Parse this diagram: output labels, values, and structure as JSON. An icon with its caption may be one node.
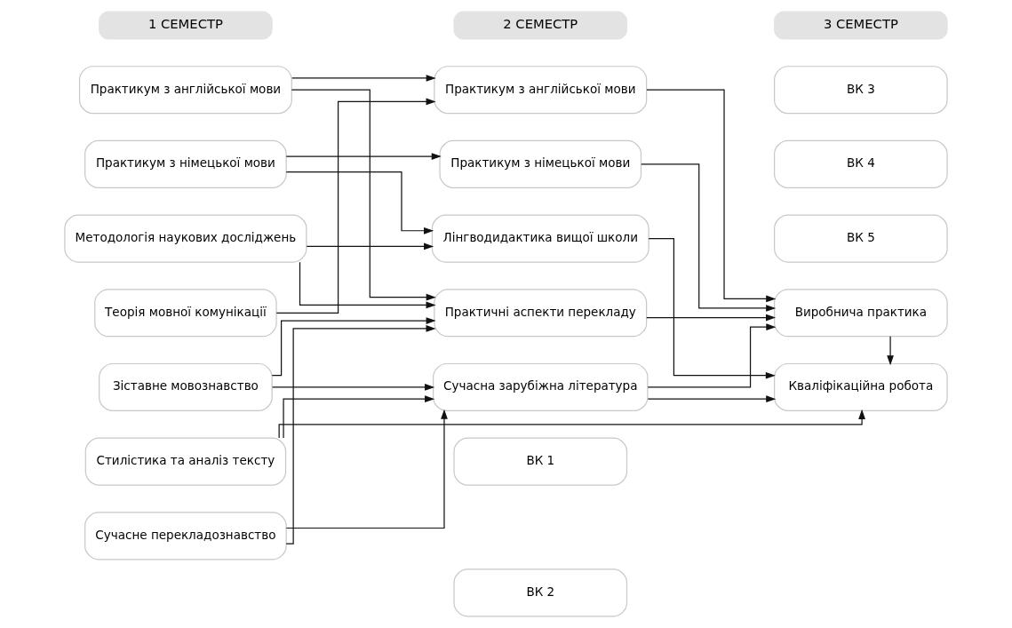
{
  "diagram": {
    "nodes": [
      {
        "text": [
          "1 СЕМЕСТР"
        ]
      },
      {
        "text": [
          "2 СЕМЕСТР"
        ]
      },
      {
        "text": [
          "3 СЕМЕСТР"
        ]
      },
      {
        "text": [
          "Практикум з англійської мови"
        ]
      },
      {
        "text": [
          "Практикум з німецької мови"
        ]
      },
      {
        "text": [
          "Методологія наукових досліджень"
        ]
      },
      {
        "text": [
          "Теорія мовної комунікації"
        ]
      },
      {
        "text": [
          "Зіставне мовознавство"
        ]
      },
      {
        "text": [
          "Стилістика та аналіз тексту"
        ]
      },
      {
        "text": [
          "Сучасне перекладознавство"
        ]
      },
      {
        "text": [
          "Практикум з англійської мови"
        ]
      },
      {
        "text": [
          "Практикум з німецької мови"
        ]
      },
      {
        "text": [
          "Лінгводидактика вищої школи"
        ]
      },
      {
        "text": [
          "Практичні аспекти перекладу"
        ]
      },
      {
        "text": [
          "Сучасна зарубіжна література"
        ]
      },
      {
        "text": [
          "ВК 1"
        ]
      },
      {
        "text": [
          "ВК 2"
        ]
      },
      {
        "text": [
          "ВК 3"
        ]
      },
      {
        "text": [
          "ВК 4"
        ]
      },
      {
        "text": [
          "ВК 5"
        ]
      },
      {
        "text": [
          "Виробнича практика"
        ]
      },
      {
        "text": [
          "Кваліфікаційна робота"
        ]
      }
    ],
    "edges": [
      {
        "from": 3,
        "to": 10,
        "arrow": "to"
      },
      {
        "from": 3,
        "to": 13,
        "arrow": "to"
      },
      {
        "from": 4,
        "to": 11,
        "arrow": "to"
      },
      {
        "from": 4,
        "to": 12,
        "arrow": "to"
      },
      {
        "from": 5,
        "to": 12,
        "arrow": "to"
      },
      {
        "from": 5,
        "to": 13,
        "arrow": "to"
      },
      {
        "from": 6,
        "to": 10,
        "arrow": "to"
      },
      {
        "from": 7,
        "to": 13,
        "arrow": "to"
      },
      {
        "from": 7,
        "to": 14,
        "arrow": "to"
      },
      {
        "from": 8,
        "to": 14,
        "arrow": "to"
      },
      {
        "from": 8,
        "to": 21,
        "arrow": "to"
      },
      {
        "from": 9,
        "to": 13,
        "arrow": "to"
      },
      {
        "from": 9,
        "to": 14,
        "arrow": "to"
      },
      {
        "from": 10,
        "to": 20,
        "arrow": "to"
      },
      {
        "from": 11,
        "to": 20,
        "arrow": "to"
      },
      {
        "from": 12,
        "to": 21,
        "arrow": "to"
      },
      {
        "from": 13,
        "to": 20,
        "arrow": "to"
      },
      {
        "from": 14,
        "to": 20,
        "arrow": "to"
      },
      {
        "from": 14,
        "to": 21,
        "arrow": "to"
      },
      {
        "from": 20,
        "to": 21,
        "arrow": "to"
      }
    ]
  }
}
